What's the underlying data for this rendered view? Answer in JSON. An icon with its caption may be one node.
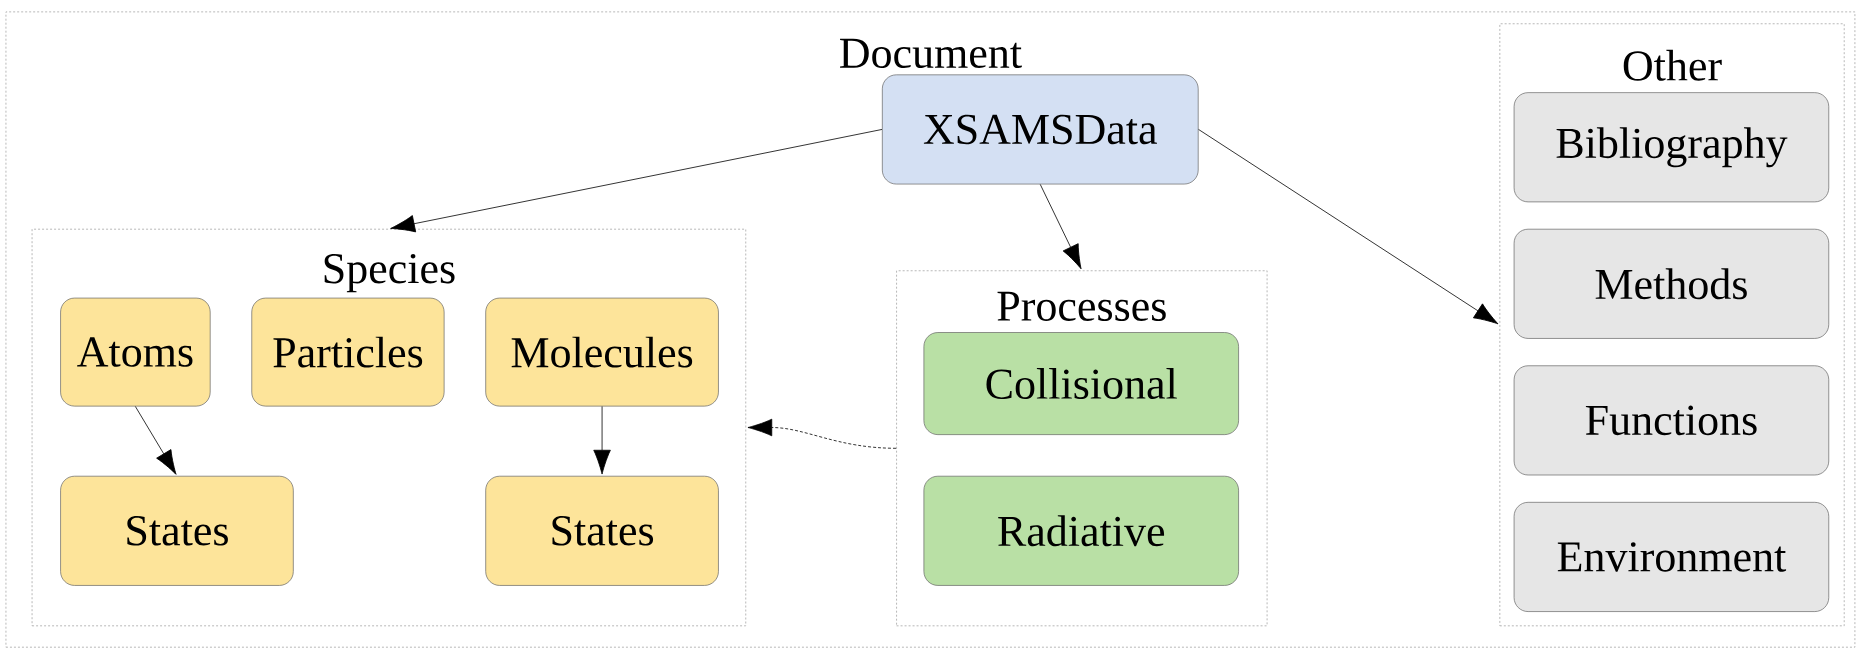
{
  "diagram": {
    "nodes": [
      {
        "text": [
          "Document"
        ]
      },
      {
        "text": [
          "XSAMSData"
        ],
        "in": 0
      },
      {
        "text": [
          "Species"
        ],
        "in": 0
      },
      {
        "text": [
          "Atoms"
        ],
        "in": 2
      },
      {
        "text": [
          "Particles"
        ],
        "in": 2
      },
      {
        "text": [
          "Molecules"
        ],
        "in": 2
      },
      {
        "text": [
          "States"
        ],
        "in": 2
      },
      {
        "text": [
          "States"
        ],
        "in": 2
      },
      {
        "text": [
          "Processes"
        ],
        "in": 0
      },
      {
        "text": [
          "Collisional"
        ],
        "in": 8
      },
      {
        "text": [
          "Radiative"
        ],
        "in": 8
      },
      {
        "text": [
          "Other"
        ],
        "in": 0
      },
      {
        "text": [
          "Bibliography"
        ],
        "in": 11
      },
      {
        "text": [
          "Methods"
        ],
        "in": 11
      },
      {
        "text": [
          "Functions"
        ],
        "in": 11
      },
      {
        "text": [
          "Environment"
        ],
        "in": 11
      }
    ],
    "edges": [
      {
        "from": 1,
        "to": 2,
        "arrow": "to"
      },
      {
        "from": 1,
        "to": 8,
        "arrow": "to"
      },
      {
        "from": 1,
        "to": 11,
        "arrow": "to"
      },
      {
        "from": 3,
        "to": 6,
        "arrow": "to"
      },
      {
        "from": 5,
        "to": 7,
        "arrow": "to"
      },
      {
        "from": 8,
        "to": 2,
        "arrow": "to",
        "style": "dashed"
      }
    ]
  }
}
